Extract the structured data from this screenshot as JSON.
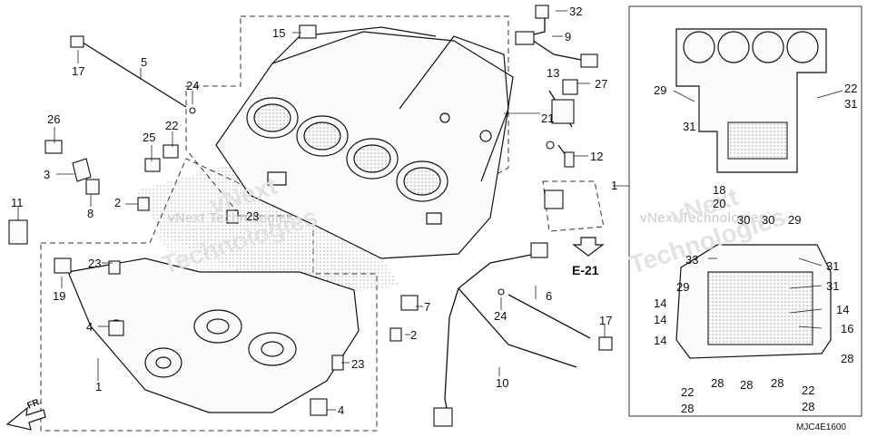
{
  "diagram": {
    "callouts": [
      {
        "id": "c32",
        "label": "32"
      },
      {
        "id": "c15",
        "label": "15"
      },
      {
        "id": "c9",
        "label": "9"
      },
      {
        "id": "c17a",
        "label": "17"
      },
      {
        "id": "c5",
        "label": "5"
      },
      {
        "id": "c24a",
        "label": "24"
      },
      {
        "id": "c13",
        "label": "13"
      },
      {
        "id": "c27",
        "label": "27"
      },
      {
        "id": "c26",
        "label": "26"
      },
      {
        "id": "c22a",
        "label": "22"
      },
      {
        "id": "c21",
        "label": "21"
      },
      {
        "id": "c25",
        "label": "25"
      },
      {
        "id": "c12",
        "label": "12"
      },
      {
        "id": "c3",
        "label": "3"
      },
      {
        "id": "c8",
        "label": "8"
      },
      {
        "id": "c2a",
        "label": "2"
      },
      {
        "id": "c11",
        "label": "11"
      },
      {
        "id": "c23a",
        "label": "23"
      },
      {
        "id": "c23b",
        "label": "23"
      },
      {
        "id": "c19",
        "label": "19"
      },
      {
        "id": "c4a",
        "label": "4"
      },
      {
        "id": "c1a",
        "label": "1"
      },
      {
        "id": "c7",
        "label": "7"
      },
      {
        "id": "c24b",
        "label": "24"
      },
      {
        "id": "c6",
        "label": "6"
      },
      {
        "id": "c2b",
        "label": "2"
      },
      {
        "id": "c17b",
        "label": "17"
      },
      {
        "id": "c23c",
        "label": "23"
      },
      {
        "id": "c10",
        "label": "10"
      },
      {
        "id": "c4b",
        "label": "4"
      },
      {
        "id": "c1b",
        "label": "1"
      },
      {
        "id": "c29a",
        "label": "29"
      },
      {
        "id": "c22b",
        "label": "22"
      },
      {
        "id": "c31a",
        "label": "31"
      },
      {
        "id": "c31b",
        "label": "31"
      },
      {
        "id": "c18",
        "label": "18"
      },
      {
        "id": "c20",
        "label": "20"
      },
      {
        "id": "c30a",
        "label": "30"
      },
      {
        "id": "c30b",
        "label": "30"
      },
      {
        "id": "c29b",
        "label": "29"
      },
      {
        "id": "c33",
        "label": "33"
      },
      {
        "id": "c31c",
        "label": "31"
      },
      {
        "id": "c29c",
        "label": "29"
      },
      {
        "id": "c31d",
        "label": "31"
      },
      {
        "id": "c14a",
        "label": "14"
      },
      {
        "id": "c14b",
        "label": "14"
      },
      {
        "id": "c14c",
        "label": "14"
      },
      {
        "id": "c14d",
        "label": "14"
      },
      {
        "id": "c16",
        "label": "16"
      },
      {
        "id": "c28a",
        "label": "28"
      },
      {
        "id": "c22c",
        "label": "22"
      },
      {
        "id": "c28b",
        "label": "28"
      },
      {
        "id": "c28c",
        "label": "28"
      },
      {
        "id": "c28d",
        "label": "28"
      },
      {
        "id": "c28e",
        "label": "28"
      },
      {
        "id": "c22d",
        "label": "22"
      },
      {
        "id": "c28f",
        "label": "28"
      }
    ],
    "reference_label": "E-21",
    "front_label": "FR.",
    "diagram_code": "MJC4E1600",
    "watermark": {
      "line1": "vNext Technologies",
      "big1": "vNext",
      "big2": "Technologies"
    }
  }
}
